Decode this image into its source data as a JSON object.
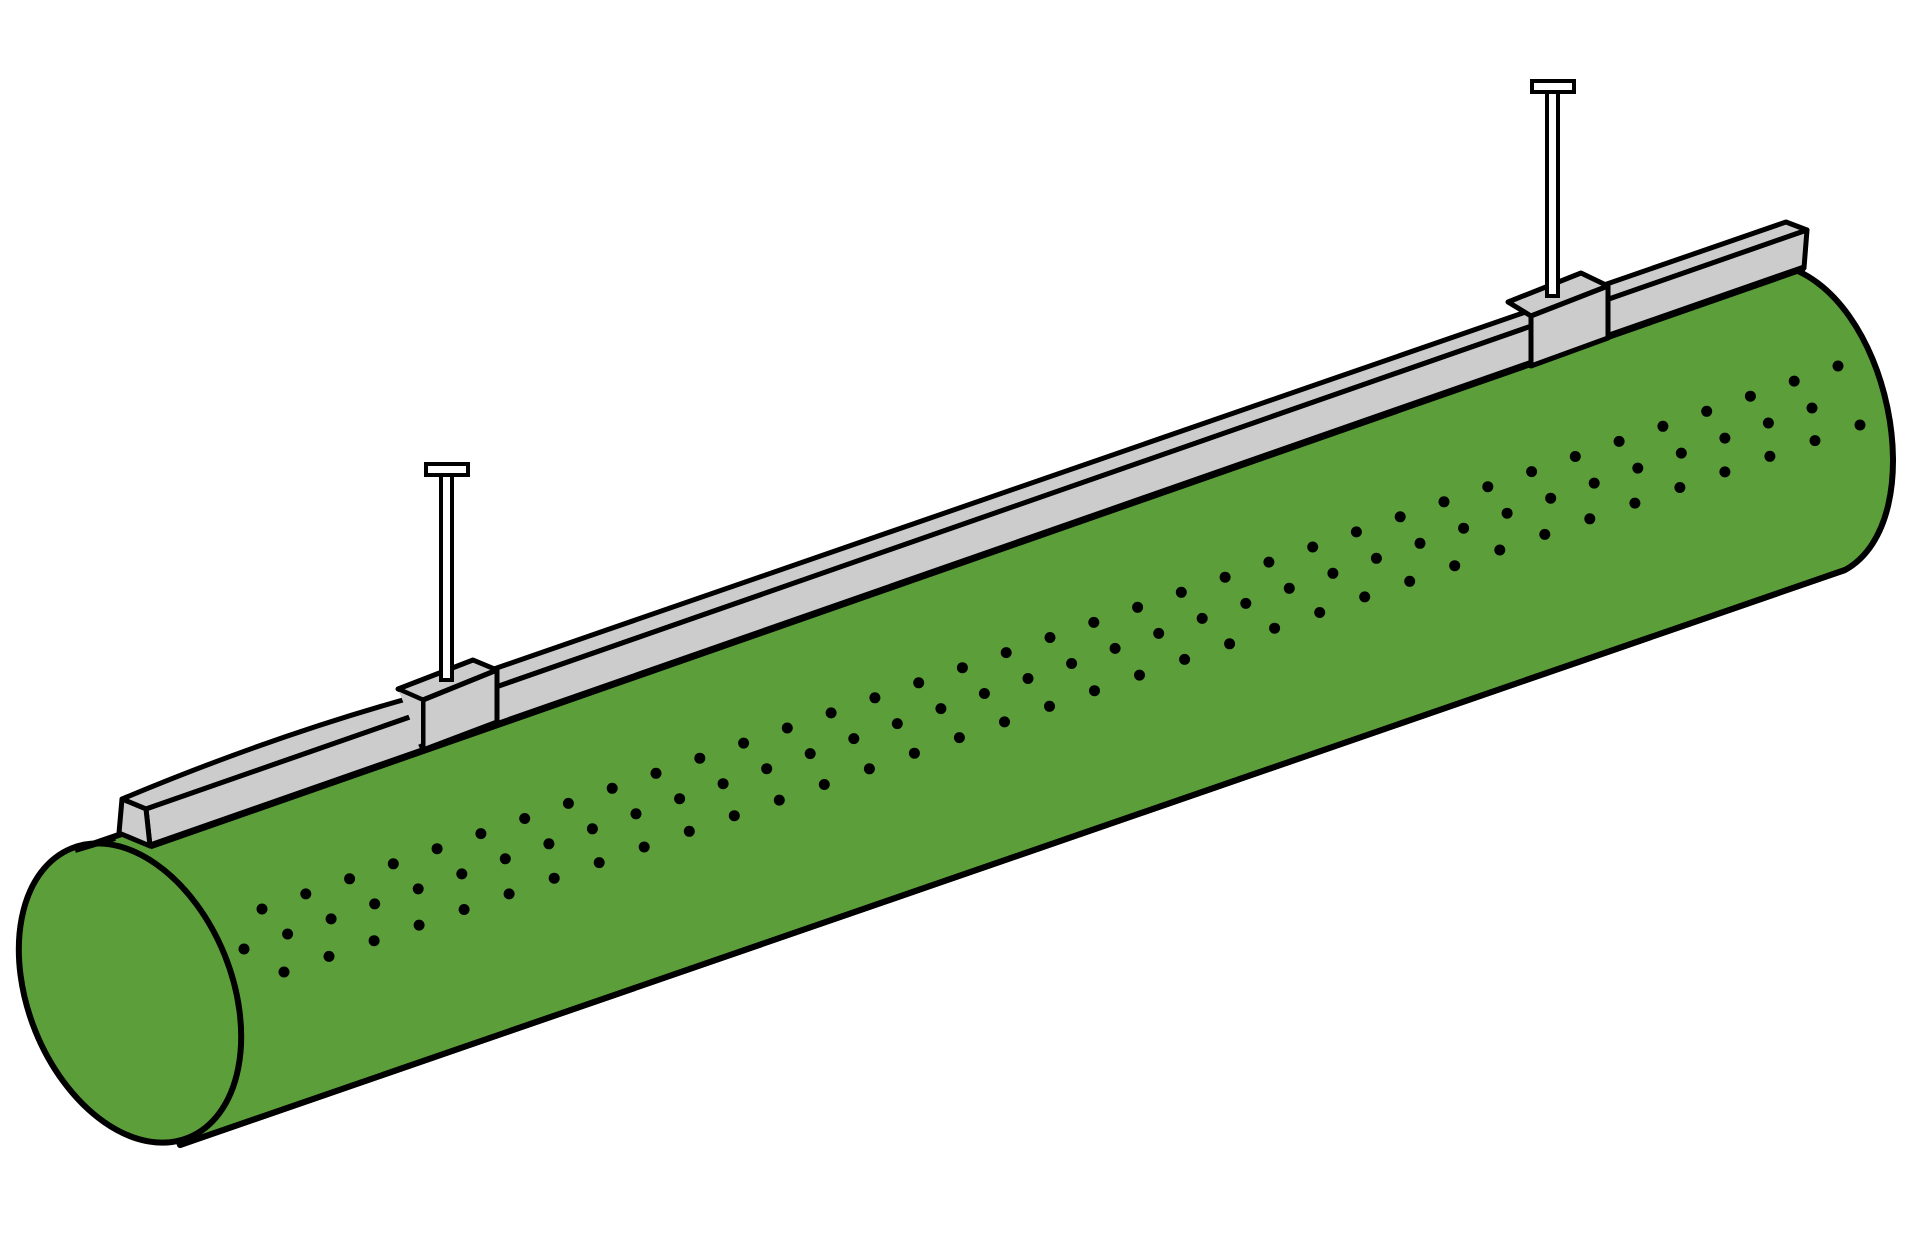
{
  "diagram": {
    "subject": "perforated-fabric-air-duct-suspended-from-rail",
    "colors": {
      "background": "#ffffff",
      "duct_fill": "#5c9f3a",
      "outline": "#000000",
      "rail_fill": "#cccccc",
      "hanger_fill": "#ffffff",
      "perforation": "#000000"
    },
    "components": {
      "duct": {
        "shape": "cylinder",
        "surface": "fabric",
        "perforations": "two-staggered-rows"
      },
      "rail": {
        "shape": "square-profile-track",
        "position": "along-top"
      },
      "hanger_clips": 2,
      "suspension_rods": 2
    }
  }
}
